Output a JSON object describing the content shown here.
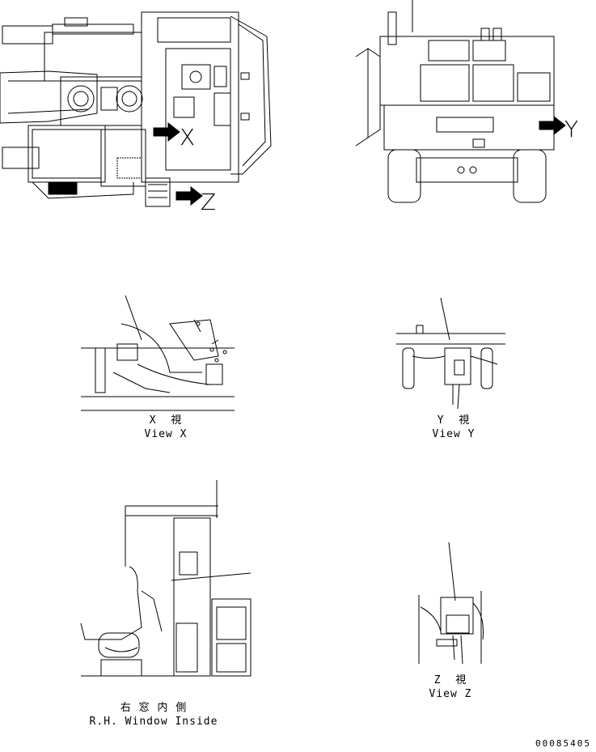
{
  "labels": {
    "view_x_letter": "X",
    "view_y_letter": "Y",
    "view_z_letter": "Z"
  },
  "captions": {
    "view_x_jp": "X  視",
    "view_x_en": "View X",
    "view_y_jp": "Y  視",
    "view_y_en": "View Y",
    "window_jp": "右 窓 内 側",
    "window_en": "R.H. Window Inside",
    "view_z_jp": "Z  視",
    "view_z_en": "View Z"
  },
  "part_number": "00085405"
}
